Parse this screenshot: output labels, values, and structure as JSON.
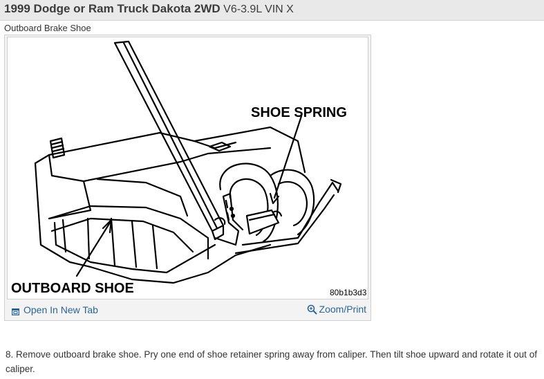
{
  "header": {
    "title_main": "1999 Dodge or Ram Truck Dakota 2WD",
    "title_sub": "V6-3.9L VIN X"
  },
  "figure": {
    "caption": "Outboard Brake Shoe",
    "callouts": {
      "shoe_spring": "SHOE SPRING",
      "outboard_shoe": "OUTBOARD SHOE"
    },
    "figure_code": "80b1b3d3",
    "open_tab_label": "Open In New Tab",
    "zoom_label": "Zoom/Print",
    "icons": {
      "open_tab": "open-in-new-tab-icon",
      "zoom": "magnifier-icon"
    }
  },
  "step": {
    "text": "8. Remove outboard brake shoe. Pry one end of shoe retainer spring away from caliper. Then tilt shoe upward and rotate it out of caliper."
  },
  "colors": {
    "header_bg": "#e9e9e9",
    "link": "#2a6496"
  }
}
